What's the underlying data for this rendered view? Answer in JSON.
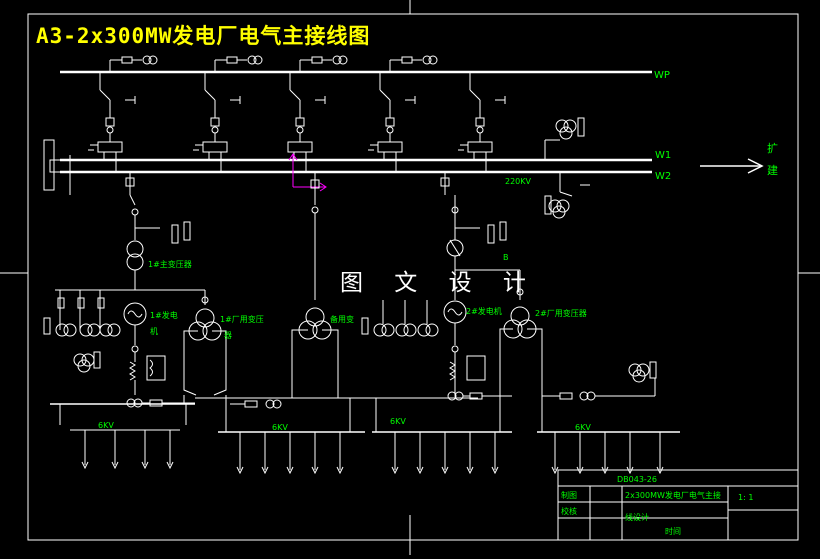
{
  "title": "A3-2x300MW发电厂电气主接线图",
  "watermark": "图 文 设 计",
  "buses": {
    "wp": "WP",
    "w1": "W1",
    "w2": "W2",
    "kv220": "220KV",
    "kv6": "6KV"
  },
  "expansion": {
    "char1": "扩",
    "char2": "建"
  },
  "labels": {
    "t1_main": "1#主变压器",
    "g1_a": "1#发电",
    "g1_b": "机",
    "t1_aux_a": "1#厂用变压",
    "t1_aux_b": "器",
    "standby": "备用变",
    "g2": "2#发电机",
    "t2_aux": "2#厂用变压器",
    "t2_mark": "B"
  },
  "title_block": {
    "drawing_no": "DB043-26",
    "made_by": "制图",
    "checked_by": "校核",
    "name_a": "2x300MW发电厂电气主接",
    "name_b": "线设计",
    "scale": "1: 1",
    "time": "时间"
  },
  "colors": {
    "line": "#ffffff",
    "label": "#00ff00",
    "title": "#ffff00",
    "accent": "#ff00ff"
  }
}
